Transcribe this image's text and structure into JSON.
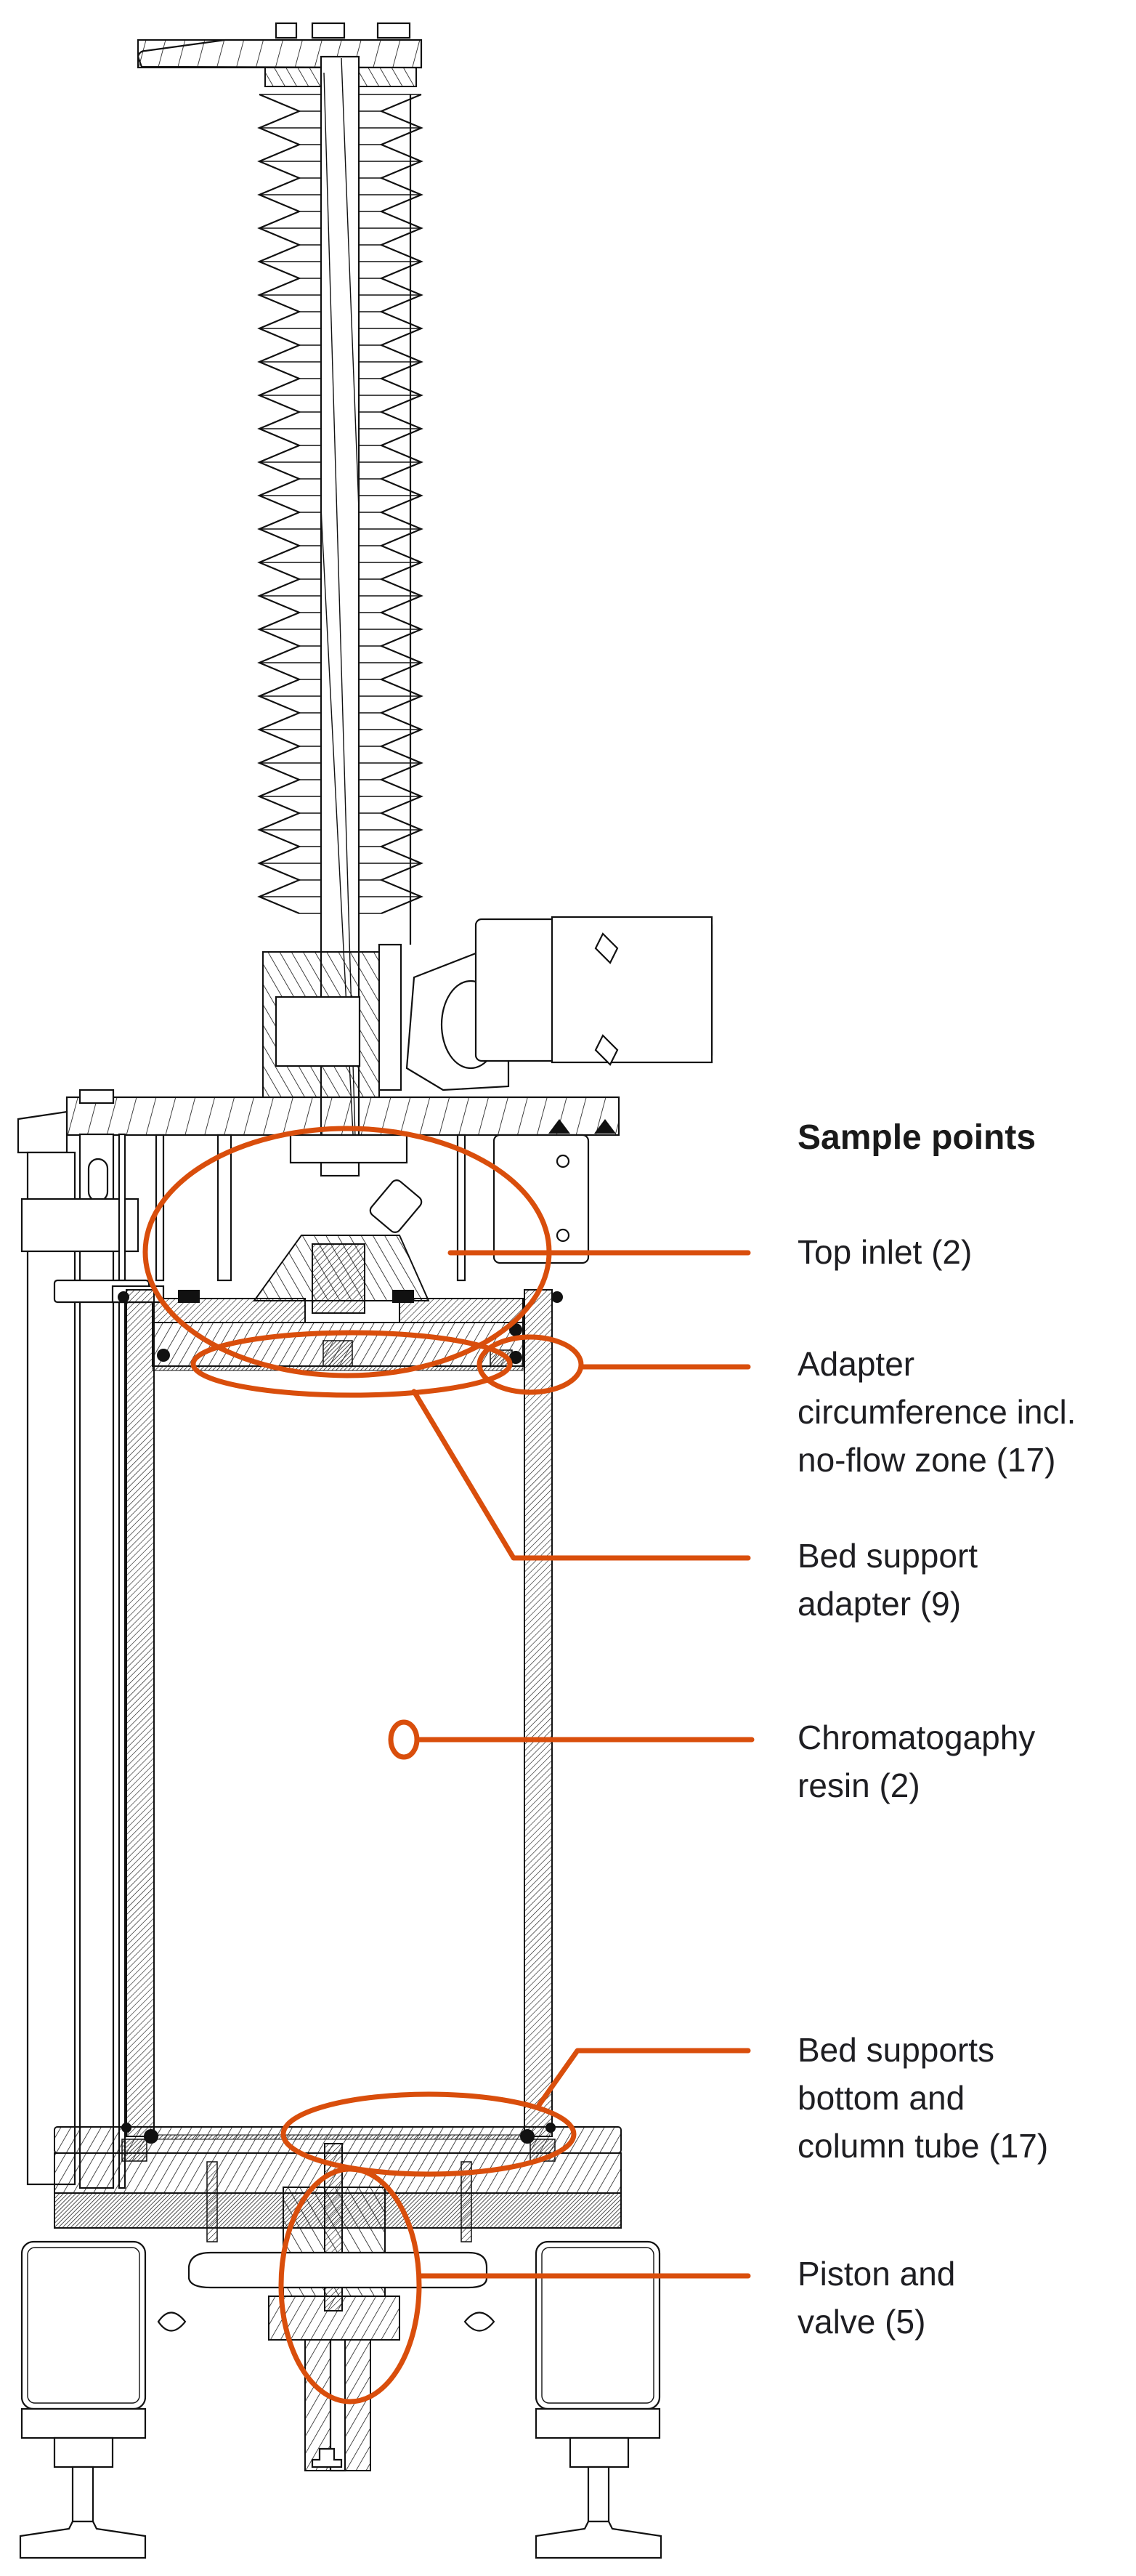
{
  "diagram": {
    "subject": "chromatography column cross-section",
    "callout_color": "#d94e0c",
    "line_color": "#111111"
  },
  "legend": {
    "heading": "Sample points",
    "items": [
      {
        "id": "top-inlet",
        "text": "Top inlet (2)",
        "region": "top inlet"
      },
      {
        "id": "adapter-circumference",
        "text": "Adapter\ncircumference incl.\nno-flow zone (17)",
        "region": "adapter circumference"
      },
      {
        "id": "bed-support-adapter",
        "text": "Bed support\nadapter (9)",
        "region": "bed support adapter"
      },
      {
        "id": "chromatography-resin",
        "text": "Chromatogaphy\nresin (2)",
        "region": "resin"
      },
      {
        "id": "bed-supports-bottom",
        "text": "Bed supports\nbottom and\ncolumn tube (17)",
        "region": "bottom bed support"
      },
      {
        "id": "piston-valve",
        "text": "Piston and\nvalve (5)",
        "region": "piston and valve"
      }
    ]
  }
}
